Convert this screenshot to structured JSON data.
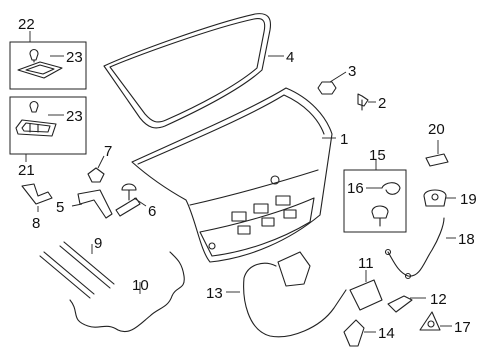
{
  "diagram": {
    "callouts": {
      "c1": "1",
      "c2": "2",
      "c3": "3",
      "c4": "4",
      "c5": "5",
      "c6": "6",
      "c7": "7",
      "c8": "8",
      "c9": "9",
      "c10": "10",
      "c11": "11",
      "c12": "12",
      "c13": "13",
      "c14": "14",
      "c15": "15",
      "c16": "16",
      "c17": "17",
      "c18": "18",
      "c19": "19",
      "c20": "20",
      "c21": "21",
      "c22": "22",
      "c23a": "23",
      "c23b": "23"
    }
  }
}
